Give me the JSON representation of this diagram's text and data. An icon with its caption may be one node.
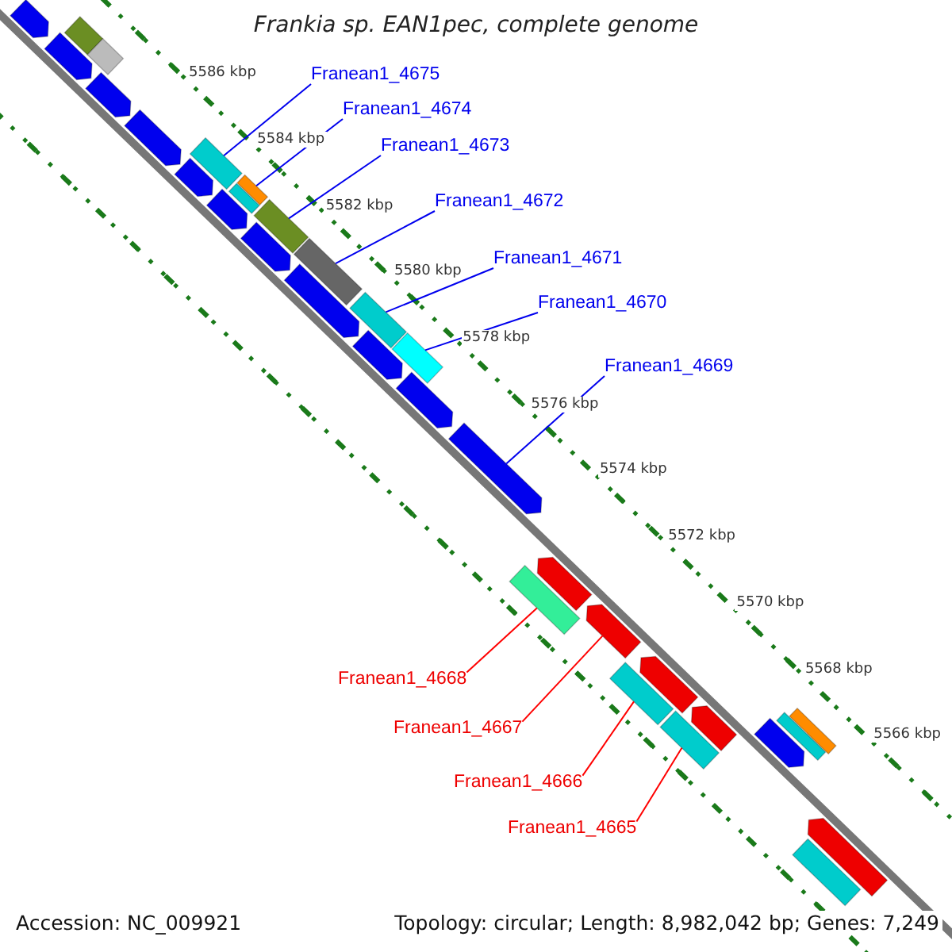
{
  "diagram": {
    "title": "Frankia sp. EAN1pec, complete genome",
    "nodes": [
      {
        "text": [
          "Franean1_4675"
        ]
      },
      {
        "text": [
          "Franean1_4674"
        ]
      },
      {
        "text": [
          "Franean1_4673"
        ]
      },
      {
        "text": [
          "Franean1_4672"
        ]
      },
      {
        "text": [
          "Franean1_4671"
        ]
      },
      {
        "text": [
          "Franean1_4670"
        ]
      },
      {
        "text": [
          "Franean1_4669"
        ]
      },
      {
        "text": [
          "Franean1_4668"
        ]
      },
      {
        "text": [
          "Franean1_4667"
        ]
      },
      {
        "text": [
          "Franean1_4666"
        ]
      },
      {
        "text": [
          "Franean1_4665"
        ]
      },
      {
        "text": [],
        "shape": "bar"
      },
      {
        "text": [],
        "shape": "bar"
      },
      {
        "text": [],
        "shape": "bar"
      },
      {
        "text": [],
        "shape": "bar"
      },
      {
        "text": [],
        "shape": "bar"
      },
      {
        "text": [],
        "shape": "bar"
      },
      {
        "text": [],
        "shape": "bar"
      },
      {
        "text": [],
        "shape": "bar"
      },
      {
        "text": [],
        "shape": "bar"
      },
      {
        "text": [],
        "shape": "bar"
      },
      {
        "text": [],
        "shape": "bar"
      },
      {
        "text": [],
        "shape": "bar"
      },
      {
        "text": [],
        "shape": "bar"
      },
      {
        "text": [],
        "shape": "bar"
      },
      {
        "text": [],
        "shape": "bar"
      },
      {
        "text": [],
        "shape": "bar"
      },
      {
        "text": [],
        "shape": "bar"
      },
      {
        "text": [],
        "shape": "bar"
      },
      {
        "text": [],
        "shape": "bar"
      },
      {
        "text": [],
        "shape": "bar"
      },
      {
        "text": [],
        "shape": "bar"
      },
      {
        "text": [],
        "shape": "bar"
      },
      {
        "text": [],
        "shape": "bar"
      },
      {
        "text": [],
        "shape": "bar"
      },
      {
        "text": [],
        "shape": "bar"
      },
      {
        "text": [],
        "shape": "bar"
      },
      {
        "text": [],
        "shape": "bar"
      },
      {
        "text": [],
        "shape": "bar"
      },
      {
        "text": [],
        "shape": "bar"
      },
      {
        "text": [],
        "shape": "bar"
      },
      {
        "text": [],
        "shape": "bar"
      },
      {
        "text": [],
        "shape": "bar"
      }
    ],
    "edges": [
      {
        "from": 0,
        "to": 11,
        "arrow": "none"
      },
      {
        "from": 1,
        "to": 12,
        "arrow": "none"
      },
      {
        "from": 2,
        "to": 13,
        "arrow": "none"
      },
      {
        "from": 3,
        "to": 14,
        "arrow": "none"
      },
      {
        "from": 4,
        "to": 15,
        "arrow": "none"
      },
      {
        "from": 5,
        "to": 16,
        "arrow": "none"
      },
      {
        "from": 6,
        "to": 17,
        "arrow": "none"
      },
      {
        "from": 7,
        "to": 18,
        "arrow": "none",
        "color": "#ff0000"
      },
      {
        "from": 8,
        "to": 19,
        "arrow": "none",
        "color": "#ff0000"
      },
      {
        "from": 9,
        "to": 20,
        "arrow": "none",
        "color": "#ff0000"
      },
      {
        "from": 10,
        "to": 21,
        "arrow": "none",
        "color": "#ff0000"
      }
    ],
    "labels": [
      "5586 kbp",
      "5584 kbp",
      "5582 kbp",
      "5580 kbp",
      "5578 kbp",
      "5576 kbp",
      "5574 kbp",
      "5572 kbp",
      "5570 kbp",
      "5568 kbp",
      "5566 kbp",
      "Accession: NC_009921",
      "Topology: circular; Length: 8,982,042 bp; Genes: 7,249"
    ]
  }
}
